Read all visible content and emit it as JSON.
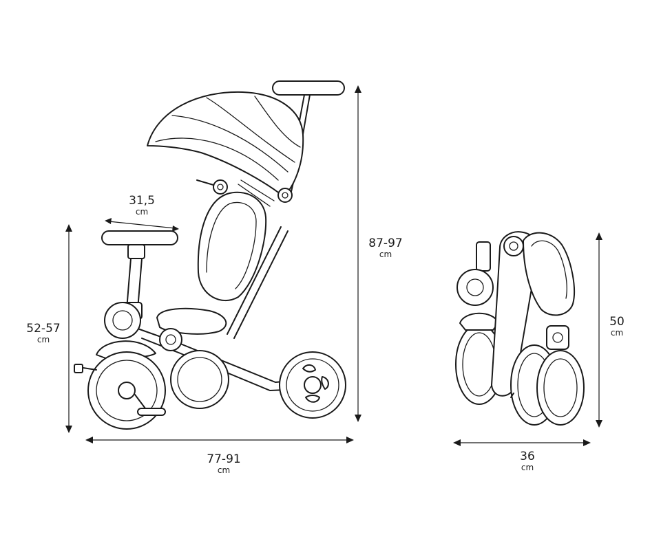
{
  "dimensions": {
    "handlebar_width": {
      "value": "31,5",
      "unit": "cm"
    },
    "handlebar_height": {
      "value": "52-57",
      "unit": "cm"
    },
    "push_handle_height": {
      "value": "87-97",
      "unit": "cm"
    },
    "length": {
      "value": "77-91",
      "unit": "cm"
    },
    "folded_height": {
      "value": "50",
      "unit": "cm"
    },
    "folded_width": {
      "value": "36",
      "unit": "cm"
    }
  }
}
